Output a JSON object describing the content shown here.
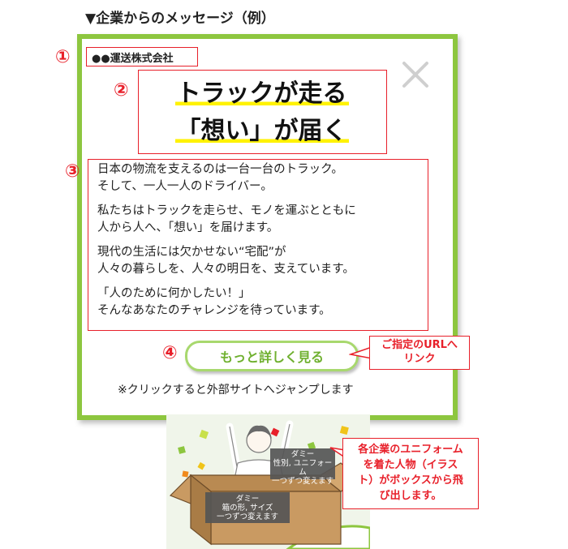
{
  "heading": "▼企業からのメッセージ（例）",
  "markers": [
    "①",
    "②",
    "③",
    "④"
  ],
  "company_name": "●●運送株式会社",
  "title": {
    "line1": "トラックが走る",
    "line2": "「想い」が届く"
  },
  "body": {
    "p1": [
      "日本の物流を支えるのは一台一台のトラック。",
      "そして、一人一人のドライバー。"
    ],
    "p2": [
      "私たちはトラックを走らせ、モノを運ぶとともに",
      "人から人へ、「想い」を届けます。"
    ],
    "p3": [
      "現代の生活には欠かせない“宅配”が",
      "人々の暮らしを、人々の明日を、支えています。"
    ],
    "p4": [
      "「人のために何かしたい！」",
      "そんなあなたのチャレンジを待っています。"
    ]
  },
  "more_button_label": "もっと詳しく見る",
  "url_callout": [
    "ご指定のURLへ",
    "リンク"
  ],
  "note": "※クリックすると外部サイトへジャンプします",
  "person_dummy": [
    "ダミー",
    "性別, ユニフォーム",
    "一つずつ変えます"
  ],
  "box_dummy": [
    "ダミー",
    "箱の形, サイズ",
    "一つずつ変えます"
  ],
  "person_callout": [
    "各企業のユニフォーム",
    "を着た人物（イラス",
    "ト）がボックスから飛",
    "び出します。"
  ],
  "colors": {
    "accent_green": "#8dc63f",
    "button_text": "#6fb02f",
    "annotation_red": "#e8202a",
    "highlight_yellow": "#fff200"
  }
}
